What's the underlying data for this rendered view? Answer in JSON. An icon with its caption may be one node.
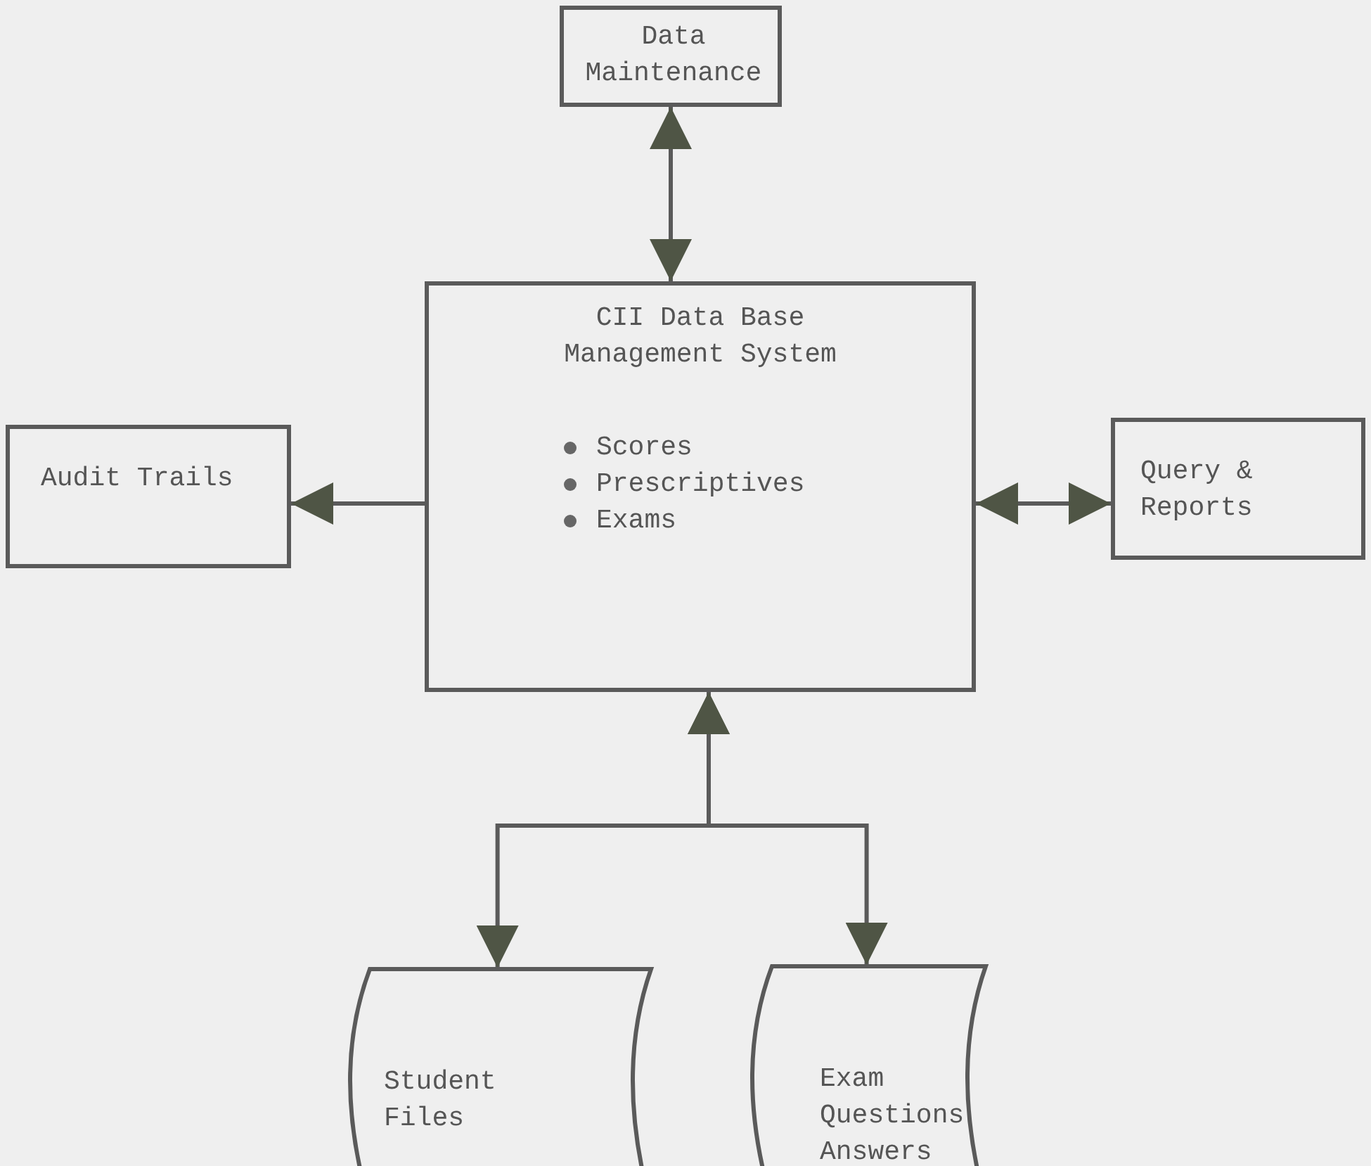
{
  "diagram": {
    "nodes": [
      {
        "text": [
          "Data Maintenance"
        ]
      },
      {
        "text": [
          "CII Data Base Management System",
          "Scores",
          "Prescriptives",
          "Exams"
        ]
      },
      {
        "text": [
          "Audit Trails"
        ]
      },
      {
        "text": [
          "Query & Reports"
        ]
      },
      {
        "text": [
          "Student Files"
        ]
      },
      {
        "text": [
          "Exam Questions Answers"
        ]
      }
    ],
    "edges": [
      {
        "from": 0,
        "to": 1,
        "arrow": "both"
      },
      {
        "from": 1,
        "to": 2,
        "arrow": "to"
      },
      {
        "from": 1,
        "to": 3,
        "arrow": "both"
      },
      {
        "from": 1,
        "to": 4,
        "arrow": "both"
      },
      {
        "from": 1,
        "to": 5,
        "arrow": "both"
      }
    ]
  }
}
